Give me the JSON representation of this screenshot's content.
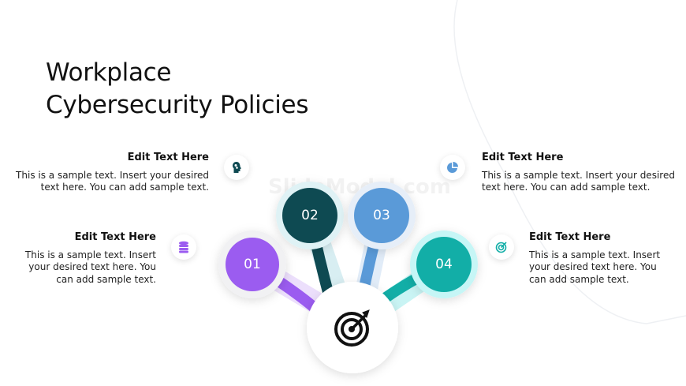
{
  "title": {
    "line1": "Workplace",
    "line2": "Cybersecurity Policies"
  },
  "watermark": "SlideModel.com",
  "center_icon": "target-arrow-icon",
  "colors": {
    "step1": "#9b5cf0",
    "step2": "#0e4a52",
    "step3": "#5a9ad8",
    "step4": "#12aea7"
  },
  "steps": [
    {
      "number": "01",
      "heading": "Edit Text Here",
      "body": [
        "This is a sample text. Insert",
        "your desired text here. You",
        "can add sample text."
      ],
      "icon": "database-icon"
    },
    {
      "number": "02",
      "heading": "Edit Text Here",
      "body": [
        "This is a sample text. Insert your desired",
        "text here. You can add sample text."
      ],
      "icon": "head-gears-icon"
    },
    {
      "number": "03",
      "heading": "Edit Text Here",
      "body": [
        "This is a sample text. Insert your desired",
        "text here. You can add sample text."
      ],
      "icon": "pie-chart-icon"
    },
    {
      "number": "04",
      "heading": "Edit Text Here",
      "body": [
        "This is a sample text. Insert",
        "your desired text here. You",
        "can add sample text."
      ],
      "icon": "target-icon"
    }
  ]
}
